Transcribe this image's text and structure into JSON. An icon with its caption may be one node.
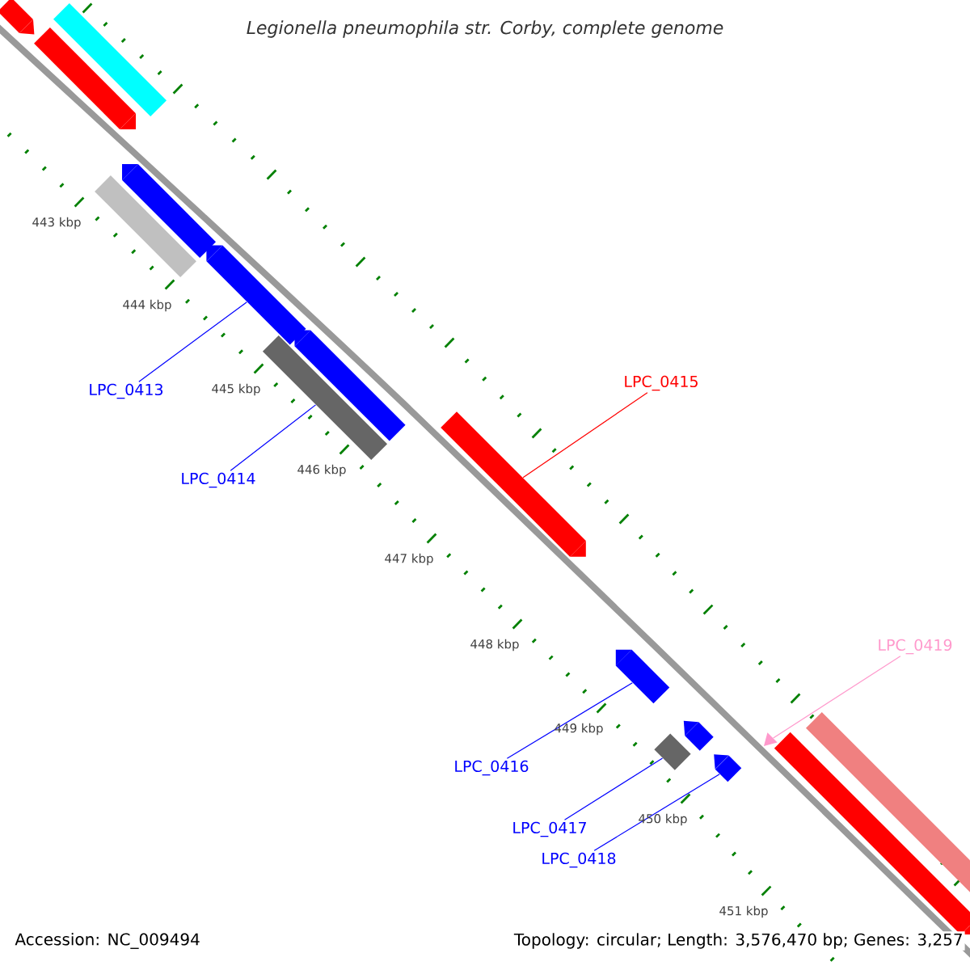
{
  "diagram": {
    "title": "Legionella pneumophila str. Corby, complete genome",
    "nodes": [
      {
        "text": [],
        "shape": "bar"
      },
      {
        "text": [],
        "shape": "bar"
      },
      {
        "text": [],
        "shape": "bar"
      },
      {
        "text": [],
        "shape": "bar"
      },
      {
        "text": [],
        "shape": "bar"
      },
      {
        "text": [],
        "shape": "bar"
      },
      {
        "text": [],
        "shape": "bar"
      },
      {
        "text": [],
        "shape": "bar"
      },
      {
        "text": [],
        "shape": "bar"
      },
      {
        "text": [],
        "shape": "bar"
      },
      {
        "text": [],
        "shape": "bar"
      },
      {
        "text": [],
        "shape": "bar"
      },
      {
        "text": [],
        "shape": "bar"
      },
      {
        "text": [],
        "shape": "triangle"
      },
      {
        "text": [],
        "shape": "bar"
      },
      {
        "text": [],
        "shape": "bar"
      },
      {
        "text": [
          "LPC_0413"
        ]
      },
      {
        "text": [
          "LPC_0414"
        ]
      },
      {
        "text": [
          "LPC_0415"
        ]
      },
      {
        "text": [
          "LPC_0416"
        ]
      },
      {
        "text": [
          "LPC_0417"
        ]
      },
      {
        "text": [
          "LPC_0418"
        ]
      },
      {
        "text": [
          "LPC_0419"
        ]
      }
    ],
    "edges": [
      {
        "from": 16,
        "to": 5,
        "arrow": "none"
      },
      {
        "from": 17,
        "to": 7,
        "arrow": "none"
      },
      {
        "from": 18,
        "to": 8,
        "arrow": "none",
        "color": "#ff0000"
      },
      {
        "from": 19,
        "to": 9,
        "arrow": "none"
      },
      {
        "from": 20,
        "to": 10,
        "arrow": "none"
      },
      {
        "from": 21,
        "to": 12,
        "arrow": "none"
      },
      {
        "from": 22,
        "to": 13,
        "arrow": "none",
        "color": "#ff99cc"
      }
    ],
    "labels": [
      "443 kbp",
      "444 kbp",
      "445 kbp",
      "446 kbp",
      "447 kbp",
      "448 kbp",
      "449 kbp",
      "450 kbp",
      "451 kbp",
      "Accession: NC_009494",
      "Topology: circular; Length: 3,576,470 bp; Genes: 3,257"
    ]
  }
}
